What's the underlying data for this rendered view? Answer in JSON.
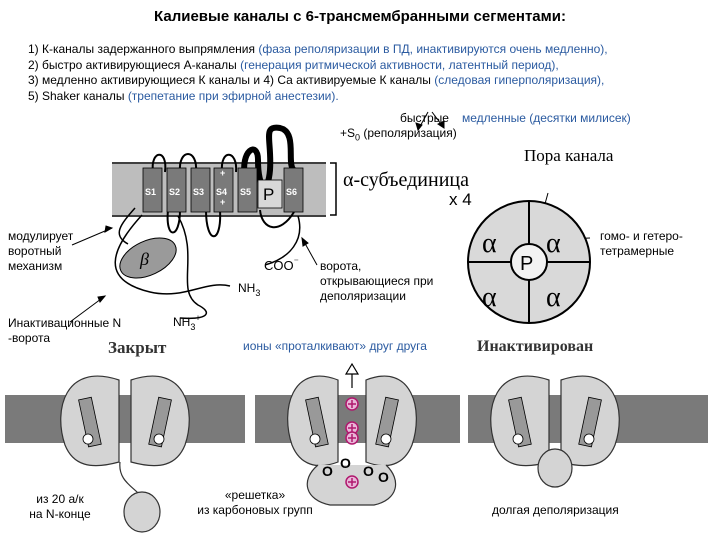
{
  "title": "Калиевые каналы с 6-трансмембранными сегментами:",
  "list": [
    {
      "main": "1) К-каналы задержанного выпрямления ",
      "note": "(фаза реполяризации в ПД, инактивируются очень медленно),"
    },
    {
      "main": "2) быстро активирующиеся А-каналы ",
      "note": "(генерация ритмической активности, латентный период),"
    },
    {
      "main": "3) медленно активирующиеся К каналы и 4) Са активируемые К каналы ",
      "note": "(следовая гиперполяризация),"
    },
    {
      "main": "5) Shaker каналы ",
      "note": "(трепетание при эфирной анестезии)."
    }
  ],
  "labels": {
    "fast": "быстрые",
    "slow": "медленные (десятки милисек)",
    "s0_prefix": "+S",
    "s0_sub": "0",
    "s0_suffix": " (реполяризация)",
    "pore_channel": "Пора канала",
    "alpha_subunit": "α-субъединица",
    "x4": "х 4",
    "modulating": [
      "модулирует",
      "воротный",
      "механизм"
    ],
    "homo_hetero": [
      "гомо- и гетеро-",
      "тетрамерные"
    ],
    "gate": [
      "ворота,",
      "открывающиеся при",
      "деполяризации"
    ],
    "inact_n": [
      "Инактивационные N",
      "-ворота"
    ],
    "closed": "Закрыт",
    "ions_push": "ионы «проталкивают» друг друга",
    "inactivated": "Инактивирован",
    "n_terminus": [
      "из 20 а/к",
      "на N-конце"
    ],
    "grid": [
      "«решетка»",
      "из карбоновых групп"
    ],
    "long_depol": "долгая деполяризация",
    "coo": "COO",
    "coo_sup": "⁻",
    "nh3": "NH",
    "nh3_sub": "3",
    "nh3_plus": "NH",
    "nh3_plus_sub": "3",
    "nh3_plus_sup": "+",
    "segments": [
      "S1",
      "S2",
      "S3",
      "S4",
      "S5",
      "S6"
    ],
    "s4_sign": "+",
    "p_loop": "P",
    "beta": "β",
    "pore_alpha": [
      "α",
      "α",
      "α",
      "α"
    ],
    "pore_p": "P",
    "carbonyl_o": [
      "O",
      "O",
      "O",
      "O"
    ]
  },
  "colors": {
    "blue_text": "#2a5aa0",
    "membrane": "#6e6e6e",
    "segment": "#7a7a7a",
    "protein": "#d4d4d4"
  },
  "icons": [
    "plus-icon",
    "up-arrow-icon",
    "minus-icon"
  ]
}
